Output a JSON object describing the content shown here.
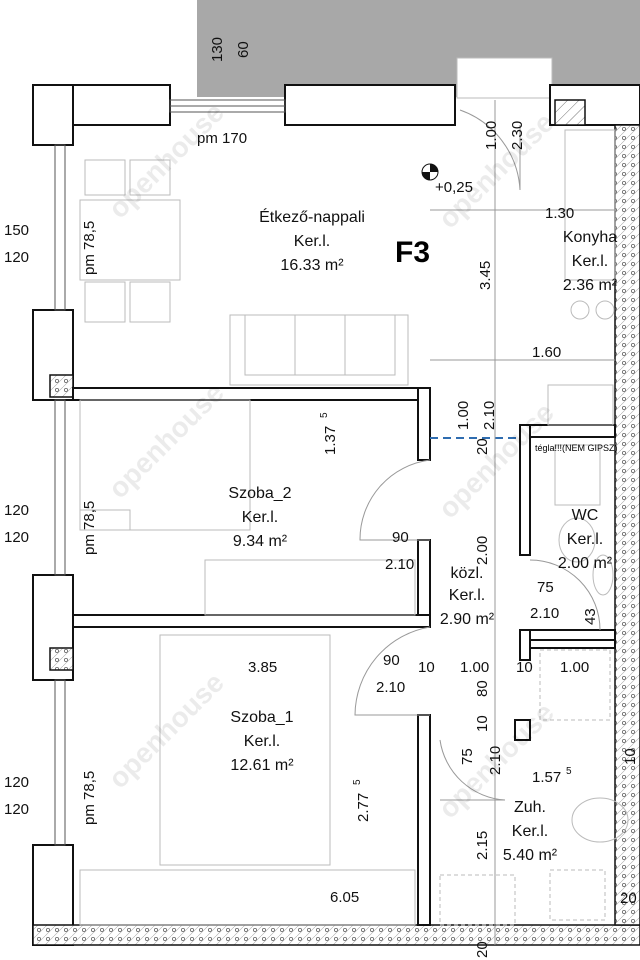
{
  "plan": {
    "unit_label": "F3",
    "level_marker": "+0,25",
    "brick_note": "tégla!!!(NEM GIPSZ)",
    "watermark": "openhouse",
    "colors": {
      "outside": "#a8a8a8",
      "dashed_line": "#2f6db0",
      "wall": "#111111"
    }
  },
  "rooms": [
    {
      "name": "Étkező-nappali",
      "floor": "Ker.l.",
      "area": "16.33 m²"
    },
    {
      "name": "Konyha",
      "floor": "Ker.l.",
      "area": "2.36 m²"
    },
    {
      "name": "Szoba_2",
      "floor": "Ker.l.",
      "area": "9.34 m²"
    },
    {
      "name": "WC",
      "floor": "Ker.l.",
      "area": "2.00 m²"
    },
    {
      "name": "közl.",
      "floor": "Ker.l.",
      "area": "2.90 m²"
    },
    {
      "name": "Szoba_1",
      "floor": "Ker.l.",
      "area": "12.61 m²"
    },
    {
      "name": "Zuh.",
      "floor": "Ker.l.",
      "area": "5.40 m²"
    }
  ],
  "dimensions": {
    "top_130": "130",
    "top_60": "60",
    "pm170": "pm 170",
    "d100a": "1.00",
    "d230": "2.30",
    "d130": "1.30",
    "d345": "3.45",
    "d160": "1.60",
    "d100b": "1.00",
    "d210a": "2.10",
    "d20a": "20",
    "l150": "150",
    "l120a": "120",
    "l120b": "120",
    "l120c": "120",
    "l120d": "120",
    "l120e": "120",
    "pm785a": "pm 78,5",
    "pm785b": "pm 78,5",
    "pm785c": "pm 78,5",
    "d1375": "1.37",
    "d1375sup": "5",
    "d90a": "90",
    "d210b": "2.10",
    "d200": "2.00",
    "d75a": "75",
    "d210c": "2.10",
    "d43": "43",
    "d385": "3.85",
    "d90b": "90",
    "d210d": "2.10",
    "d10a": "10",
    "d100c": "1.00",
    "d80": "80",
    "d10b": "10",
    "d100d": "1.00",
    "d10c": "10",
    "d75b": "75",
    "d210e": "2.10",
    "d1575": "1.57",
    "d1575sup": "5",
    "d10d": "10",
    "d2775": "2.77",
    "d2775sup": "5",
    "d215": "2.15",
    "d605": "6.05",
    "d20b": "20",
    "d20c": "20"
  }
}
